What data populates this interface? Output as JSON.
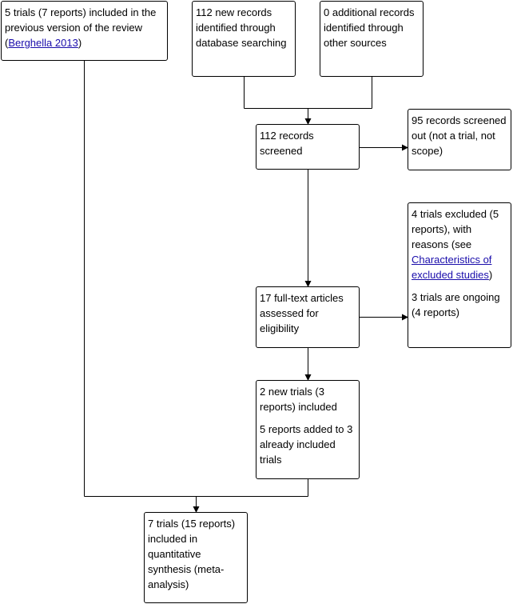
{
  "flow": {
    "previous_review": {
      "before": "5 trials (7 reports) included in the previous version of the review (",
      "link": "Berghella 2013",
      "after": ")"
    },
    "database_search": "112 new records identified through database searching",
    "other_sources": "0 additional records identified through other sources",
    "screened": "112 records screened",
    "screened_out": "95 records screened out (not a trial, not scope)",
    "excluded": {
      "before": "4 trials excluded (5 reports), with reasons (see ",
      "link": "Characteristics of excluded studies",
      "after": ")"
    },
    "ongoing": "3 trials are ongoing (4 reports)",
    "full_text": "17 full-text articles assessed for eligibility",
    "new_trials": "2 new trials (3 reports) included",
    "reports_added": "5 reports added to 3 already included trials",
    "synthesis": "7 trials (15 reports) included in quantitative synthesis (meta-analysis)"
  }
}
